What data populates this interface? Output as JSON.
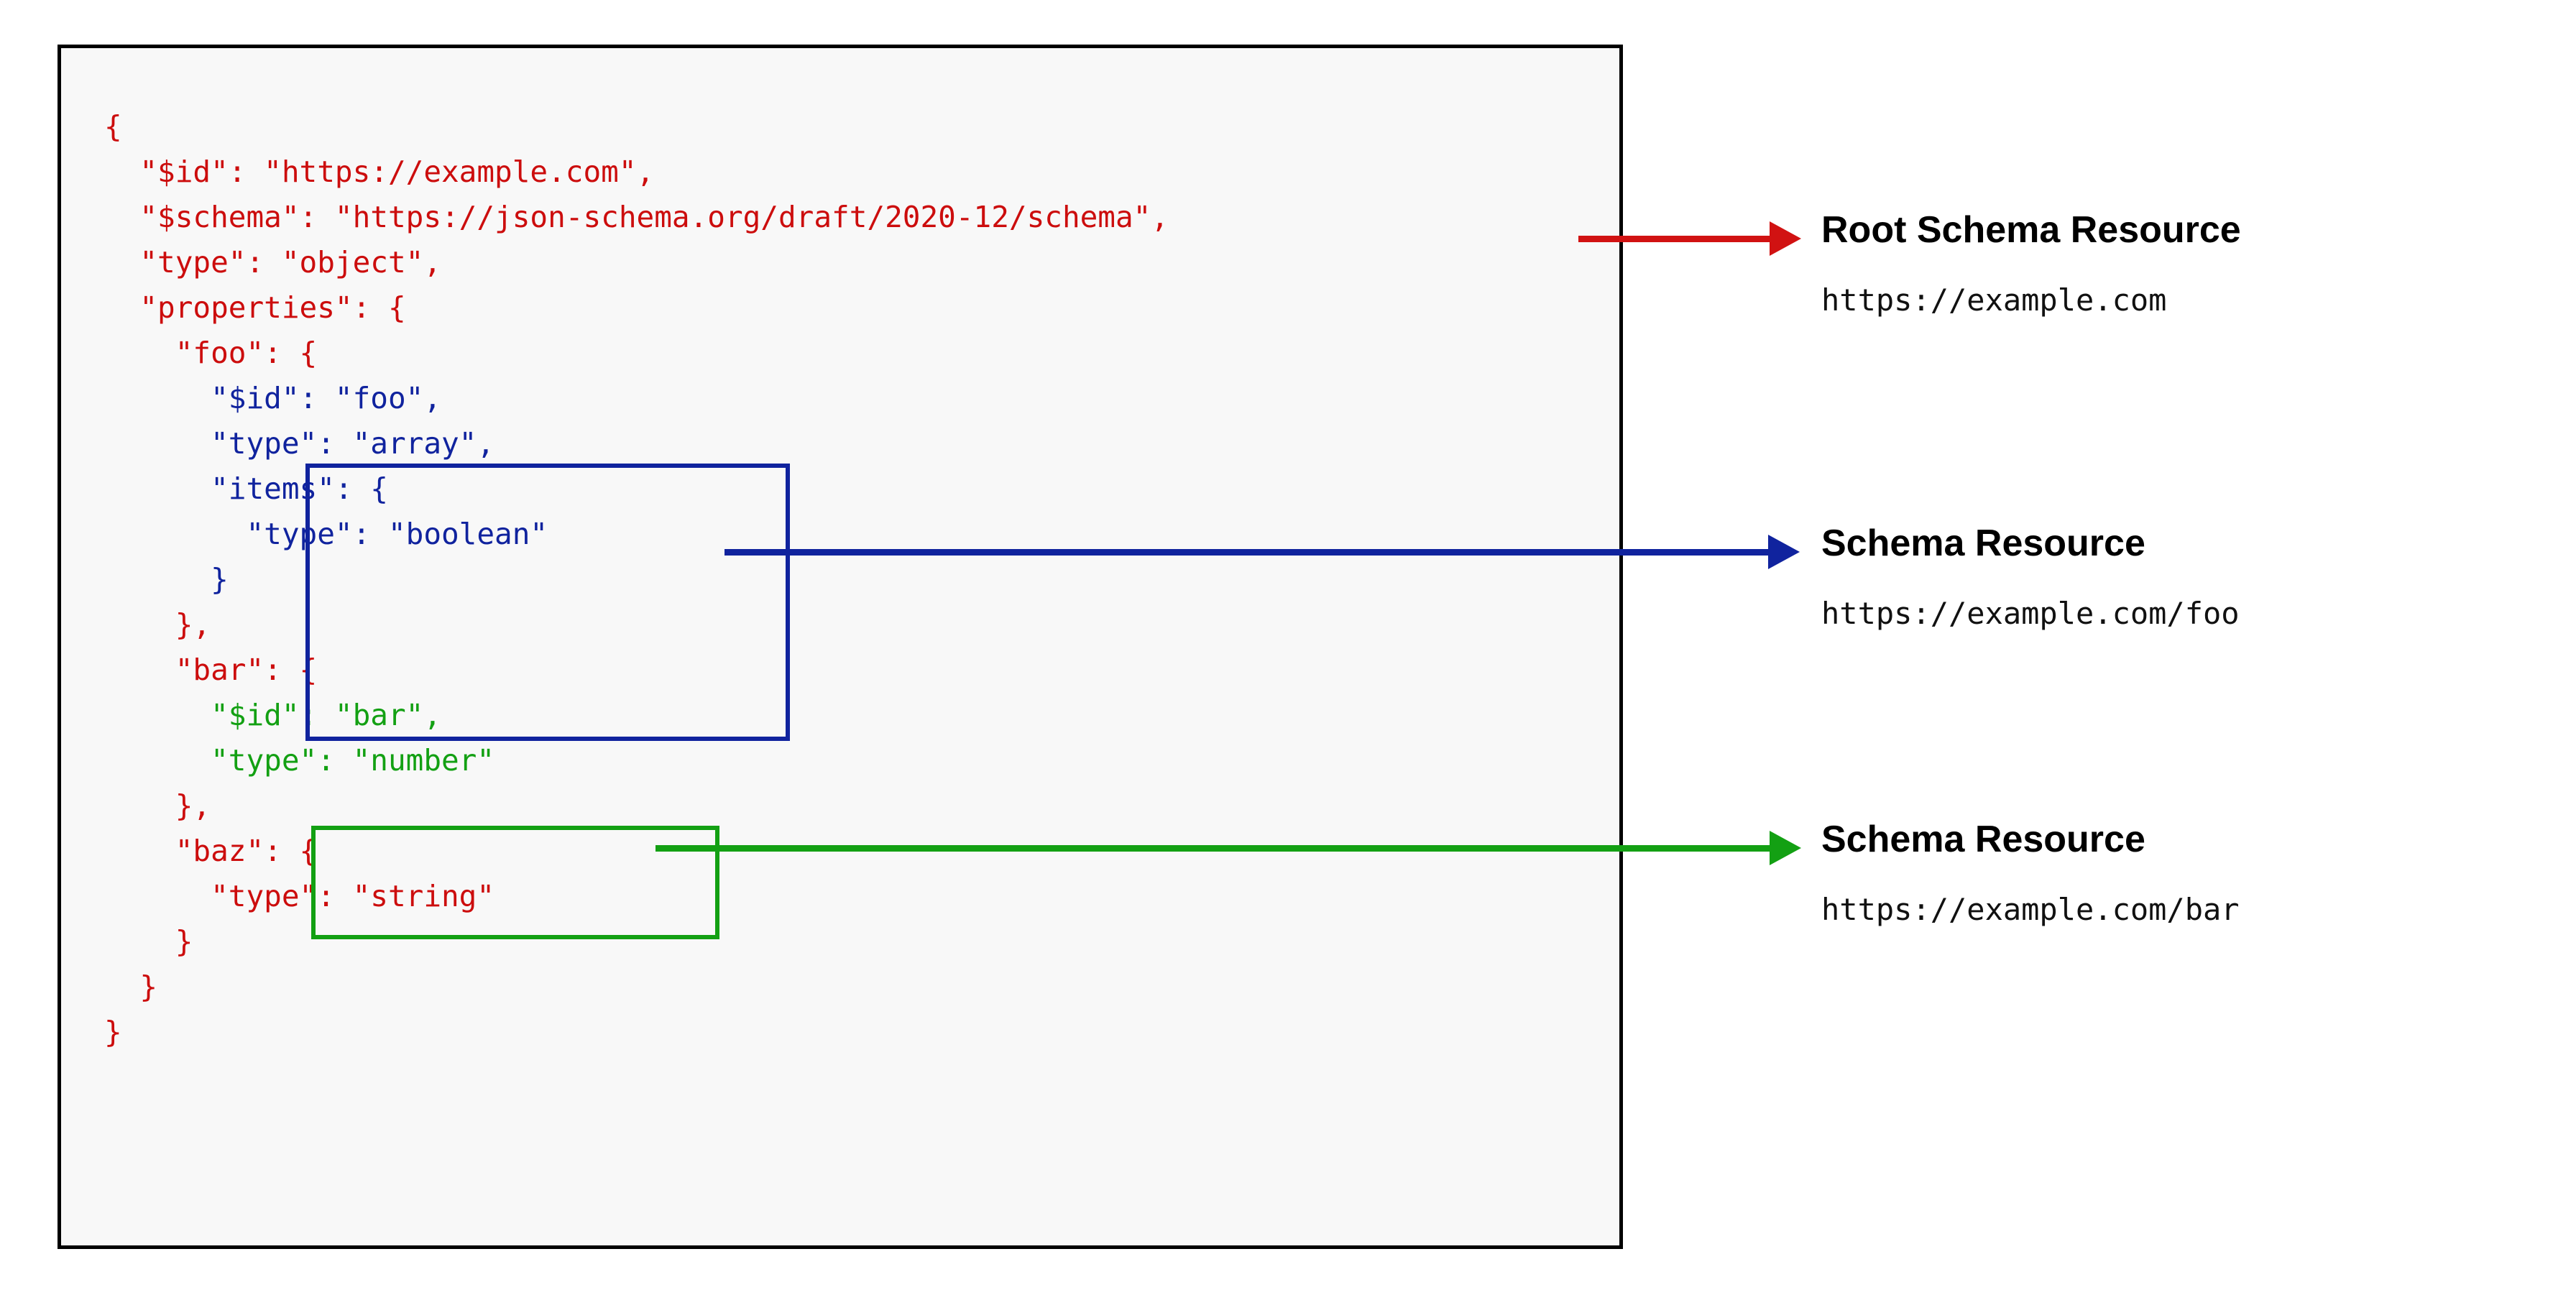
{
  "diagram": {
    "title": "JSON Schema resources and their identifiers",
    "panel": {
      "background_color": "#f8f8f8",
      "border_color": "#000000"
    },
    "colors": {
      "root": "#cc0d0d",
      "foo": "#10239e",
      "bar": "#13a013"
    },
    "code": {
      "language": "json",
      "lines": [
        {
          "text": "{",
          "indent": 0,
          "color": "root"
        },
        {
          "text": "\"$id\": \"https://example.com\",",
          "indent": 1,
          "color": "root"
        },
        {
          "text": "\"$schema\": \"https://json-schema.org/draft/2020-12/schema\",",
          "indent": 1,
          "color": "root"
        },
        {
          "text": "\"type\": \"object\",",
          "indent": 1,
          "color": "root"
        },
        {
          "text": "\"properties\": {",
          "indent": 1,
          "color": "root"
        },
        {
          "text": "\"foo\": {",
          "indent": 2,
          "color": "root"
        },
        {
          "text": "\"$id\": \"foo\",",
          "indent": 3,
          "color": "foo"
        },
        {
          "text": "\"type\": \"array\",",
          "indent": 3,
          "color": "foo"
        },
        {
          "text": "\"items\": {",
          "indent": 3,
          "color": "foo"
        },
        {
          "text": "\"type\": \"boolean\"",
          "indent": 4,
          "color": "foo"
        },
        {
          "text": "}",
          "indent": 3,
          "color": "foo"
        },
        {
          "text": "},",
          "indent": 2,
          "color": "root"
        },
        {
          "text": "\"bar\": {",
          "indent": 2,
          "color": "root"
        },
        {
          "text": "\"$id\": \"bar\",",
          "indent": 3,
          "color": "bar"
        },
        {
          "text": "\"type\": \"number\"",
          "indent": 3,
          "color": "bar"
        },
        {
          "text": "},",
          "indent": 2,
          "color": "root"
        },
        {
          "text": "\"baz\": {",
          "indent": 2,
          "color": "root"
        },
        {
          "text": "\"type\": \"string\"",
          "indent": 3,
          "color": "root"
        },
        {
          "text": "}",
          "indent": 2,
          "color": "root"
        },
        {
          "text": "}",
          "indent": 1,
          "color": "root"
        },
        {
          "text": "}",
          "indent": 0,
          "color": "root"
        }
      ],
      "full_text": "{\n  \"$id\": \"https://example.com\",\n  \"$schema\": \"https://json-schema.org/draft/2020-12/schema\",\n  \"type\": \"object\",\n  \"properties\": {\n    \"foo\": {\n      \"$id\": \"foo\",\n      \"type\": \"array\",\n      \"items\": {\n        \"type\": \"boolean\"\n      }\n    },\n    \"bar\": {\n      \"$id\": \"bar\",\n      \"type\": \"number\"\n    },\n    \"baz\": {\n      \"type\": \"string\"\n    }\n  }\n}"
    },
    "highlights": [
      {
        "name": "foo-schema-resource",
        "color": "#10239e"
      },
      {
        "name": "bar-schema-resource",
        "color": "#13a013"
      }
    ],
    "labels": [
      {
        "id": "root",
        "title": "Root Schema Resource",
        "uri": "https://example.com",
        "arrow_color": "#d11212"
      },
      {
        "id": "foo",
        "title": "Schema Resource",
        "uri": "https://example.com/foo",
        "arrow_color": "#10239e"
      },
      {
        "id": "bar",
        "title": "Schema Resource",
        "uri": "https://example.com/bar",
        "arrow_color": "#13a013"
      }
    ]
  }
}
